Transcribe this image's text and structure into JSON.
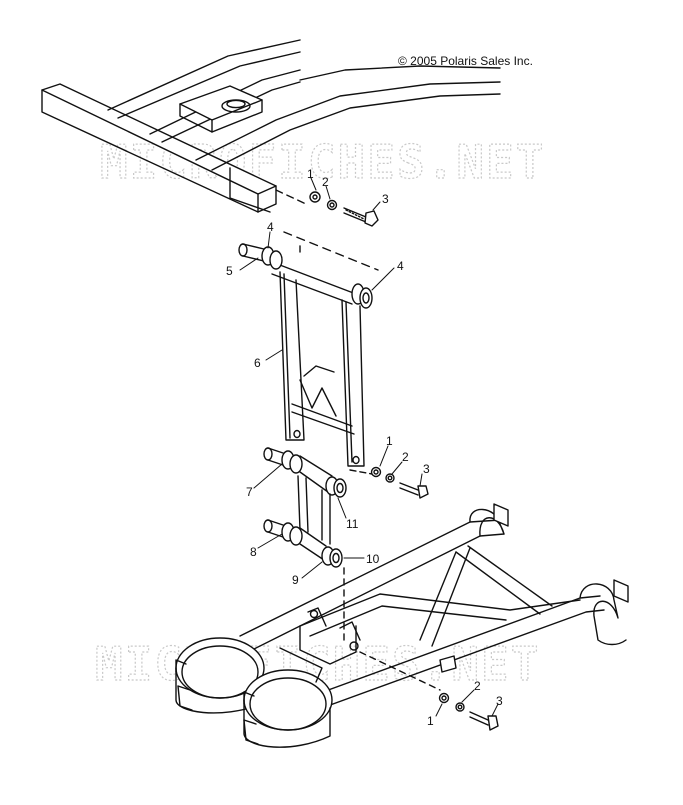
{
  "copyright": "© 2005 Polaris Sales Inc.",
  "watermark": "MICROFICHES.NET",
  "callouts": [
    {
      "id": "c1a",
      "label": "1"
    },
    {
      "id": "c2a",
      "label": "2"
    },
    {
      "id": "c3a",
      "label": "3"
    },
    {
      "id": "c4a",
      "label": "4"
    },
    {
      "id": "c4b",
      "label": "4"
    },
    {
      "id": "c5",
      "label": "5"
    },
    {
      "id": "c6",
      "label": "6"
    },
    {
      "id": "c1b",
      "label": "1"
    },
    {
      "id": "c2b",
      "label": "2"
    },
    {
      "id": "c3b",
      "label": "3"
    },
    {
      "id": "c7",
      "label": "7"
    },
    {
      "id": "c11",
      "label": "11"
    },
    {
      "id": "c8",
      "label": "8"
    },
    {
      "id": "c10",
      "label": "10"
    },
    {
      "id": "c9",
      "label": "9"
    },
    {
      "id": "c1c",
      "label": "1"
    },
    {
      "id": "c2c",
      "label": "2"
    },
    {
      "id": "c3c",
      "label": "3"
    }
  ]
}
